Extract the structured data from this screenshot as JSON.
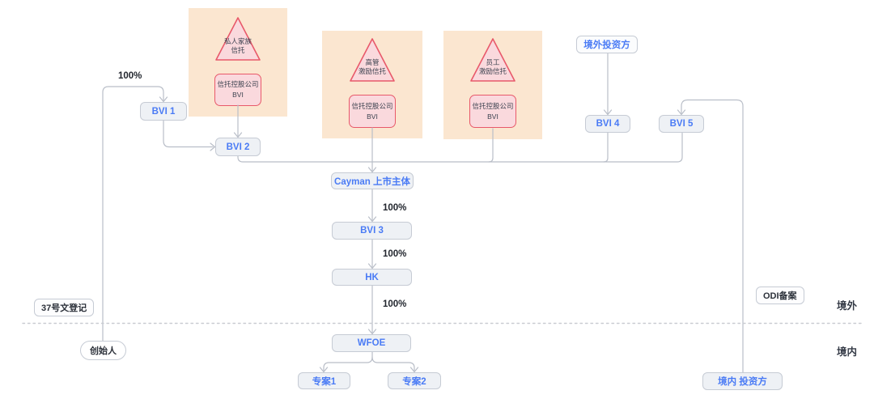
{
  "zones": {
    "offshore_label": "境外",
    "onshore_label": "境内"
  },
  "regulatory": {
    "circular37_label": "37号文登记",
    "odi_label": "ODI备案"
  },
  "founder_label": "创始人",
  "ownership_percents": {
    "founder_to_bvi1": "100%",
    "cayman_to_bvi3": "100%",
    "bvi3_to_hk": "100%",
    "hk_to_wfoe": "100%"
  },
  "nodes": {
    "bvi1": "BVI 1",
    "bvi2": "BVI 2",
    "bvi3": "BVI 3",
    "bvi4": "BVI 4",
    "bvi5": "BVI 5",
    "cayman": "Cayman 上市主体",
    "hk": "HK",
    "wfoe": "WFOE",
    "project1": "专案1",
    "project2": "专案2",
    "overseas_investor": "境外投资方",
    "domestic_investor": "境内 投资方"
  },
  "trusts": [
    {
      "triangle_line1": "私人家族",
      "triangle_line2": "信托",
      "company_line1": "信托控股公司",
      "company_line2": "BVI"
    },
    {
      "triangle_line1": "高管",
      "triangle_line2": "激励信托",
      "company_line1": "信托控股公司",
      "company_line2": "BVI"
    },
    {
      "triangle_line1": "员工",
      "triangle_line2": "激励信托",
      "company_line1": "信托控股公司",
      "company_line2": "BVI"
    }
  ],
  "colors": {
    "node_text": "#4a7bf5",
    "node_fill": "#eef1f5",
    "node_border": "#c6cbd4",
    "trust_group_bg": "#fbe6d0",
    "trust_shape_fill": "#fad9dd",
    "trust_shape_border": "#e8596a",
    "wire": "#b9bec8",
    "label_text": "#2b3039"
  }
}
